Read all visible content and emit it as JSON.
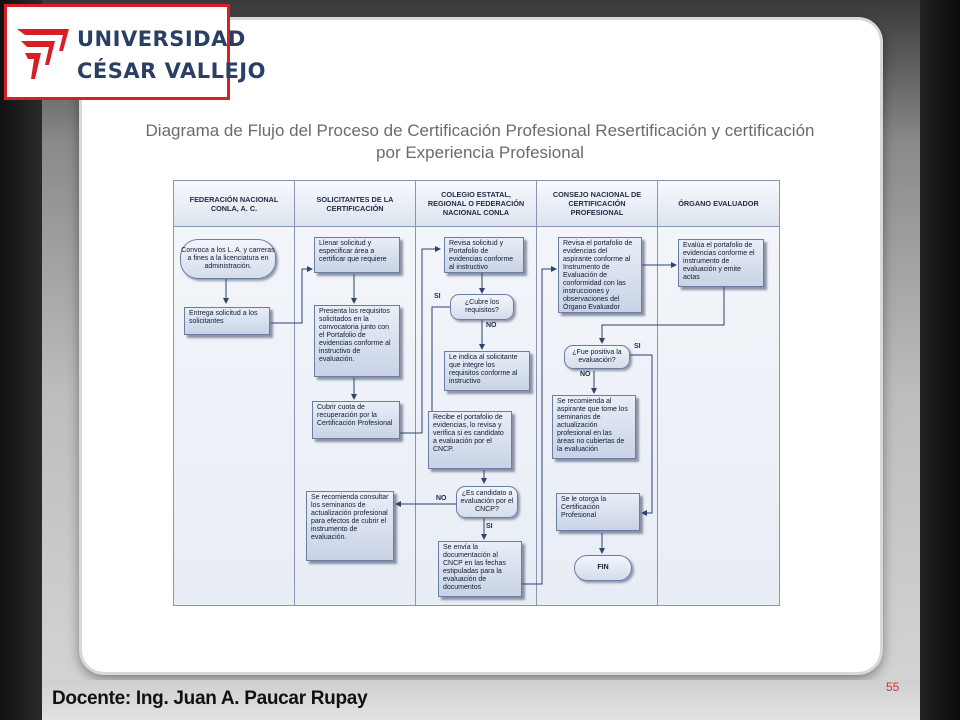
{
  "logo": {
    "line1": "UNIVERSIDAD",
    "line2": "CÉSAR VALLEJO"
  },
  "title": "Diagrama de Flujo del Proceso de Certificación Profesional Resertificación y certificación por Experiencia Profesional",
  "lanes": [
    "FEDERACIÓN NACIONAL CONLA, A. C.",
    "SOLICITANTES DE LA CERTIFICACIÓN",
    "COLEGIO ESTATAL, REGIONAL O FEDERACIÓN NACIONAL CONLA",
    "CONSEJO NACIONAL DE CERTIFICACIÓN PROFESIONAL",
    "ÓRGANO EVALUADOR"
  ],
  "nodes": {
    "convoca": "Convoca a los L. A. y carreras a fines a la licenciatura en administración.",
    "entrega": "Entrega solicitud a los solicitantes",
    "llenar": "Llenar solicitud y especificar área a certificar que requiere",
    "presenta": "Presenta los requisitos solicitados en la convocatoria junto con el Portafolio de evidencias conforme al instructivo de evaluación.",
    "cubrir_cuota": "Cubrir cuota de recuperación por la Certificación Profesional",
    "se_recomienda_sol": "Se recomienda consultar los seminarios de actualización profesional para efectos de cubrir el instrumento de evaluación.",
    "revisa_solicitud": "Revisa solicitud y Portafolio de evidencias conforme al instructivo",
    "cubre_requisitos": "¿Cubre los requisitos?",
    "le_indica": "Le indica al solicitante que integre los requisitos conforme al instructivo",
    "recibe": "Recibe el portafolio de evidencias, lo revisa y verifica si es candidato a evaluación por el CNCP.",
    "es_candidato": "¿Es candidato a evaluación por el CNCP?",
    "se_envia": "Se envía la documentación al CNCP en las fechas estipuladas para la evaluación de documentos",
    "revisa_portafolio": "Revisa el portafolio de evidencias del aspirante conforme al Instrumento de Evaluación de conformidad con las instrucciones y observaciones del Órgano Evaluador",
    "fue_positiva": "¿Fue positiva la evaluación?",
    "se_recomienda_asp": "Se recomienda al aspirante que tome los seminarios de actualización profesional en las áreas no cubiertas de la evaluación",
    "se_otorga": "Se le otorga la Certificación Profesional",
    "fin": "FIN",
    "evalua": "Evalúa el portafolio de evidencias conforme el instrumento de evaluación y emite actas"
  },
  "edge_labels": {
    "si": "SI",
    "no": "NO"
  },
  "footer": "Docente: Ing. Juan A. Paucar Rupay",
  "page_number": "55"
}
